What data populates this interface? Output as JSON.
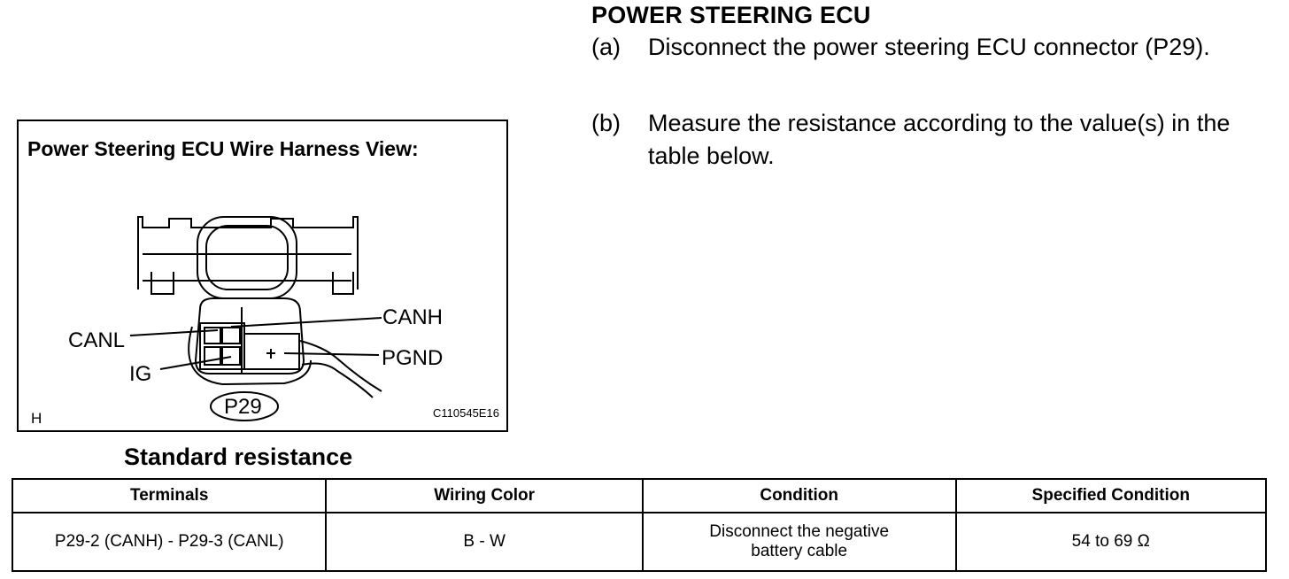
{
  "section_title": "POWER STEERING ECU",
  "steps": [
    {
      "marker": "(a)",
      "text": "Disconnect the power steering ECU connector (P29)."
    },
    {
      "marker": "(b)",
      "text": "Measure the resistance according to the value(s) in the table below."
    }
  ],
  "figure": {
    "title": "Power Steering ECU Wire Harness View:",
    "labels": {
      "canh": "CANH",
      "canl": "CANL",
      "pgnd": "PGND",
      "ig": "IG"
    },
    "connector_id": "P29",
    "corner_mark": "H",
    "code": "C110545E16"
  },
  "table": {
    "heading": "Standard resistance",
    "columns": [
      "Terminals",
      "Wiring Color",
      "Condition",
      "Specified Condition"
    ],
    "rows": [
      [
        "P29-2 (CANH) - P29-3 (CANL)",
        "B - W",
        "Disconnect the negative battery cable",
        "54 to 69 Ω"
      ]
    ]
  }
}
